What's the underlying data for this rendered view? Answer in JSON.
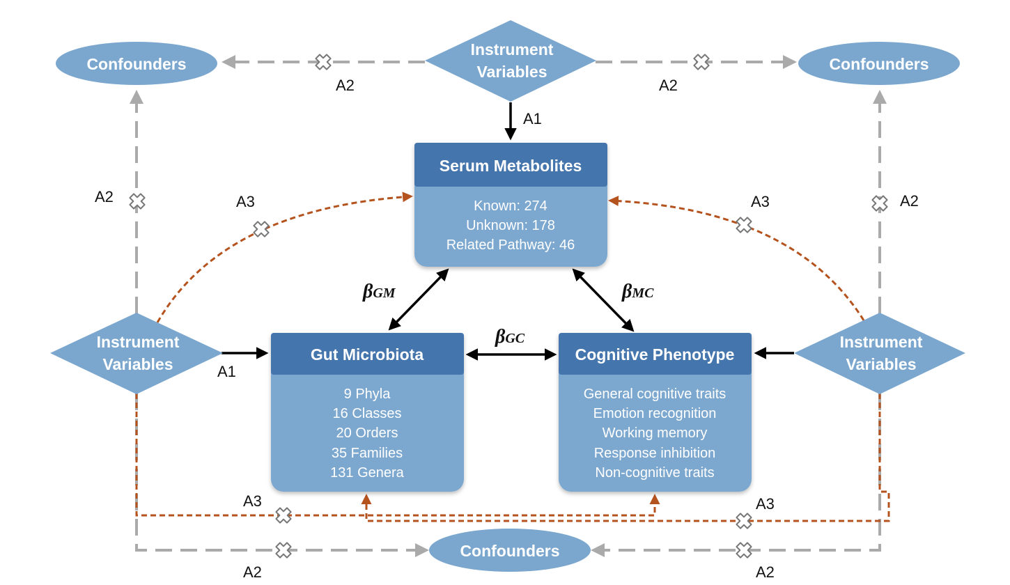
{
  "colors": {
    "node_fill": "#7ba7cf",
    "header_fill": "#4474ad",
    "solid_arrow": "#000000",
    "dashed_gray": "#aaaaaa",
    "dashed_orange": "#b5531f",
    "cross_icon": "#777777"
  },
  "nodes": {
    "iv_top": {
      "line1": "Instrument",
      "line2": "Variables"
    },
    "iv_left": {
      "line1": "Instrument",
      "line2": "Variables"
    },
    "iv_right": {
      "line1": "Instrument",
      "line2": "Variables"
    },
    "conf_top_left": {
      "label": "Confounders"
    },
    "conf_top_right": {
      "label": "Confounders"
    },
    "conf_bottom": {
      "label": "Confounders"
    },
    "serum": {
      "title": "Serum Metabolites",
      "items": [
        "Known: 274",
        "Unknown: 178",
        "Related Pathway: 46"
      ]
    },
    "gut": {
      "title": "Gut Microbiota",
      "items": [
        "9 Phyla",
        "16 Classes",
        "20 Orders",
        "35 Families",
        "131 Genera"
      ]
    },
    "cog": {
      "title": "Cognitive Phenotype",
      "items": [
        "General cognitive traits",
        "Emotion recognition",
        "Working memory",
        "Response inhibition",
        "Non-cognitive traits"
      ]
    }
  },
  "edge_labels": {
    "a1": "A1",
    "a2": "A2",
    "a3": "A3",
    "beta": "β",
    "gm_sub": "GM",
    "mc_sub": "MC",
    "gc_sub": "GC"
  }
}
